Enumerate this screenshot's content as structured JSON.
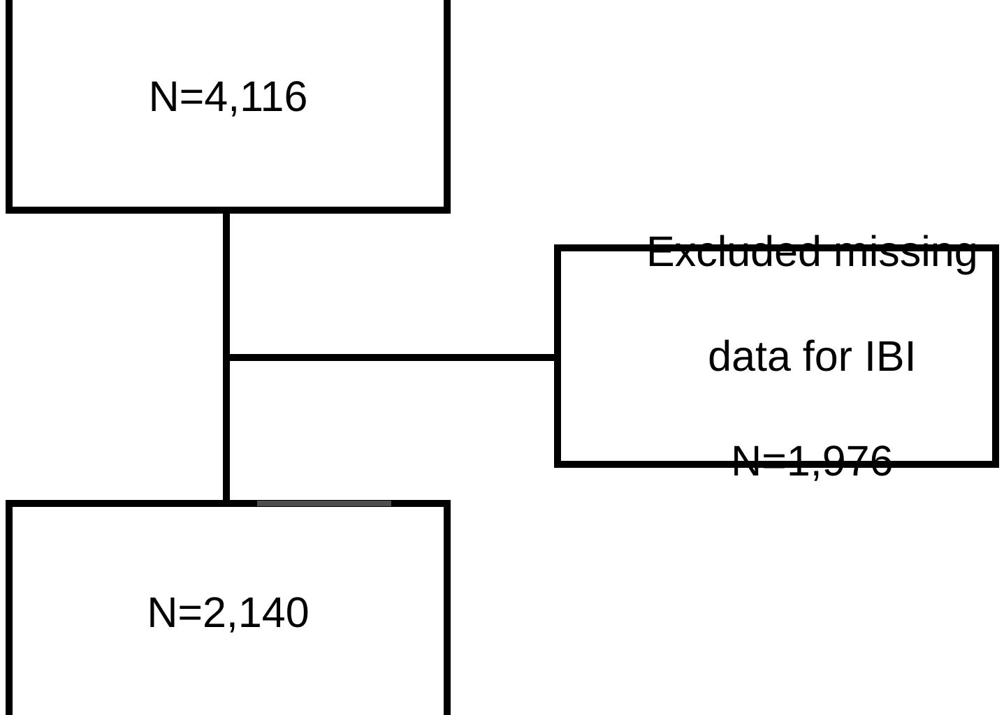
{
  "diagram": {
    "type": "study-flowchart",
    "colors": {
      "background": "#ffffff",
      "line": "#000000",
      "text": "#000000",
      "artifact_band": "#4d4d4d"
    },
    "boxes": {
      "top": {
        "label": "N=4,116"
      },
      "excluded": {
        "line1": "Excluded missing",
        "line2": "data for IBI",
        "line3": "N=1,976"
      },
      "bottom": {
        "label": "N=2,140"
      }
    },
    "connections": [
      {
        "from": "top",
        "to": "bottom",
        "shape": "vertical-line"
      },
      {
        "from": "vertical-line",
        "to": "excluded",
        "shape": "horizontal-line"
      }
    ]
  }
}
